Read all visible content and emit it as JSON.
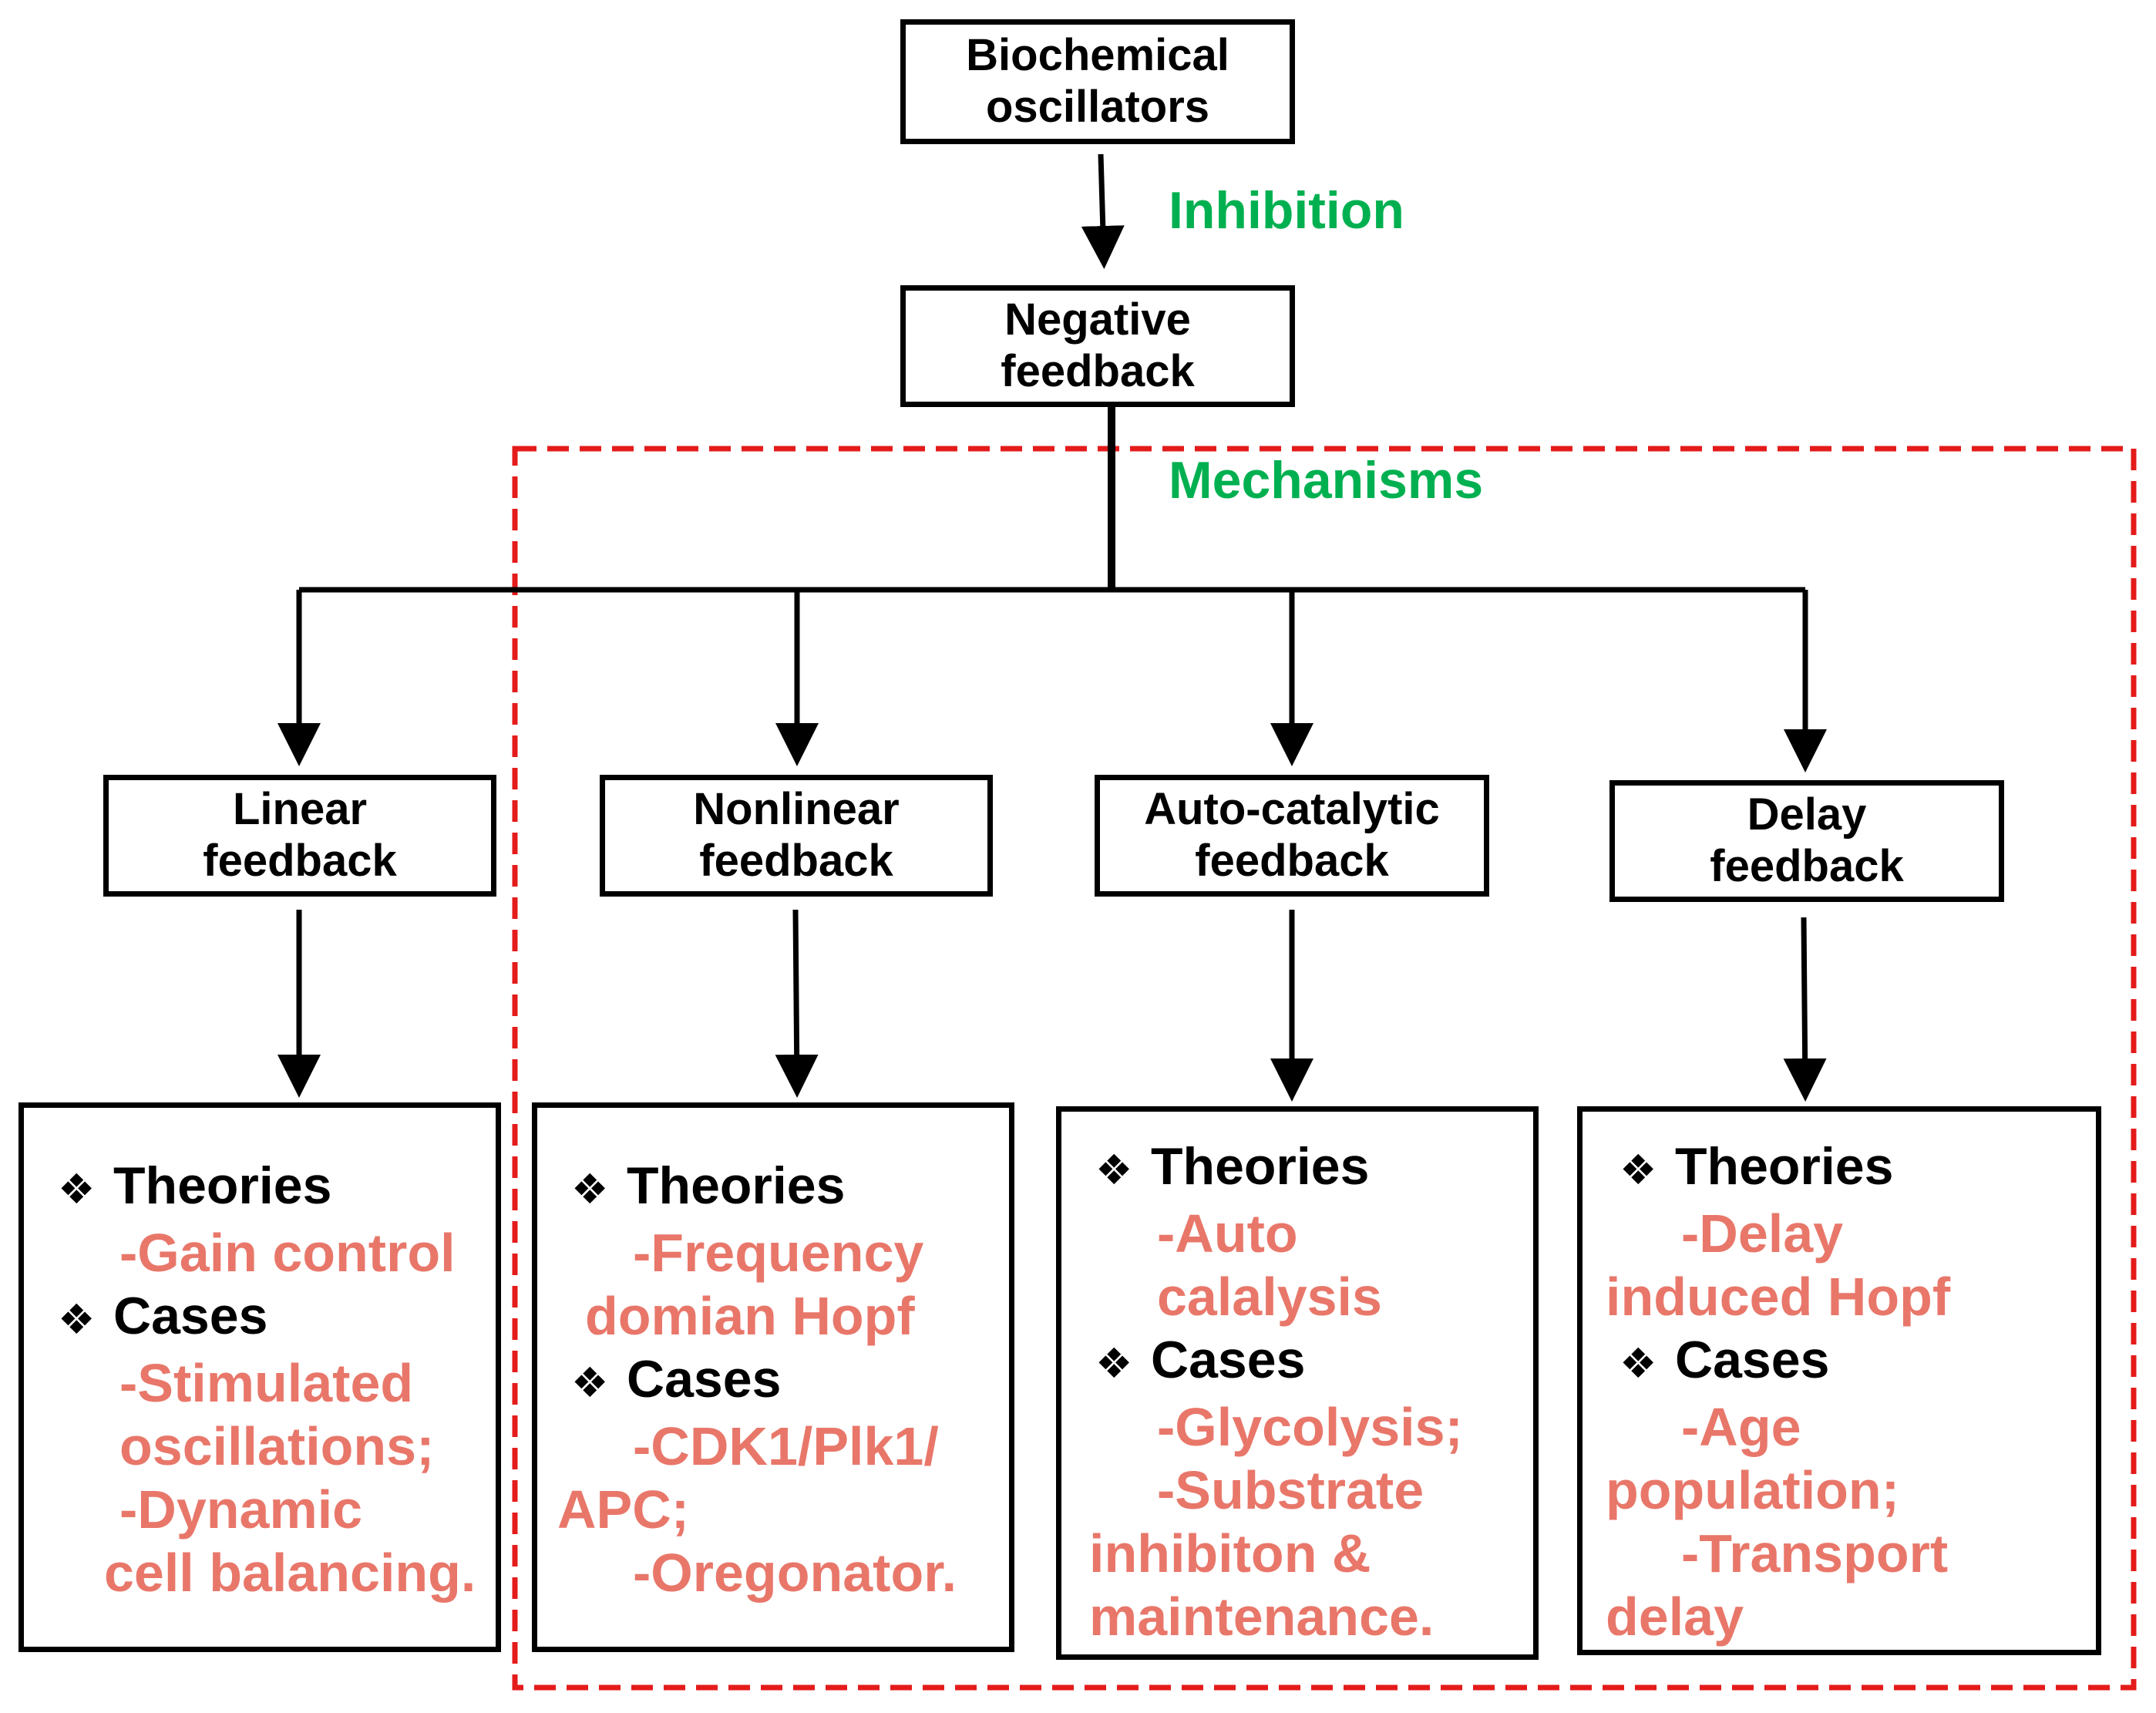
{
  "root": {
    "line1": "Biochemical",
    "line2": "oscillators"
  },
  "negative": {
    "line1": "Negative",
    "line2": "feedback"
  },
  "edge_labels": {
    "inhibition": "Inhibition",
    "mechanisms": "Mechanisms"
  },
  "bullet_symbol": "❖",
  "colors": {
    "label_green": "#00b050",
    "item_salmon": "#e8776a",
    "dashed_red": "#e41b1b"
  },
  "branches": [
    {
      "title1": "Linear",
      "title2": "feedback",
      "theories_label": "Theories",
      "theories": [
        "-Gain control"
      ],
      "cases_label": "Cases",
      "cases": [
        "-Stimulated",
        " oscillations;",
        "-Dynamic",
        "cell balancing."
      ]
    },
    {
      "title1": "Nonlinear",
      "title2": "feedback",
      "theories_label": "Theories",
      "theories": [
        "-Frequency",
        "domian Hopf"
      ],
      "cases_label": "Cases",
      "cases": [
        "-CDK1/Plk1/",
        "APC;",
        "-Oregonator."
      ]
    },
    {
      "title1": "Auto-catalytic",
      "title2": "feedback",
      "theories_label": "Theories",
      "theories": [
        "-Auto",
        "calalysis"
      ],
      "cases_label": "Cases",
      "cases": [
        "-Glycolysis;",
        "-Substrate",
        "inhibiton &",
        "maintenance."
      ]
    },
    {
      "title1": "Delay",
      "title2": "feedback",
      "theories_label": "Theories",
      "theories": [
        "-Delay",
        "induced Hopf"
      ],
      "cases_label": "Cases",
      "cases": [
        "-Age",
        "population;",
        "-Transport",
        "delay"
      ]
    }
  ]
}
